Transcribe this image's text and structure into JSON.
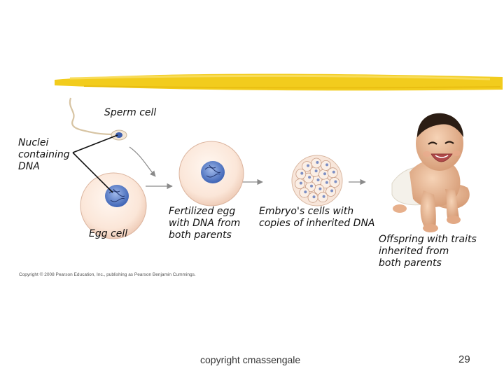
{
  "labels": {
    "sperm": "Sperm cell",
    "nuclei": "Nuclei\ncontaining\nDNA",
    "egg": "Egg cell",
    "fertilized": "Fertilized egg\nwith DNA from\nboth parents",
    "embryo": "Embryo's cells with\ncopies of inherited DNA",
    "offspring": "Offspring with traits\ninherited from\nboth parents"
  },
  "credit": "Copyright © 2008 Pearson Education, Inc., publishing as Pearson Benjamin Cummings.",
  "footer": "copyright cmassengale",
  "page_number": "29",
  "colors": {
    "title_bar": "#f2cc1d",
    "cell_fill": "#fbeae0",
    "nucleus": "#4b74c4",
    "arrow": "#888888",
    "skin": "#e9b793",
    "diaper": "#f4f1ea",
    "hair": "#2b1d14"
  },
  "icons": {
    "sperm": "sperm-cell-illustration",
    "egg": "egg-cell-illustration",
    "fertilized": "fertilized-egg-illustration",
    "embryo": "embryo-illustration",
    "baby": "crawling-baby-photo"
  }
}
